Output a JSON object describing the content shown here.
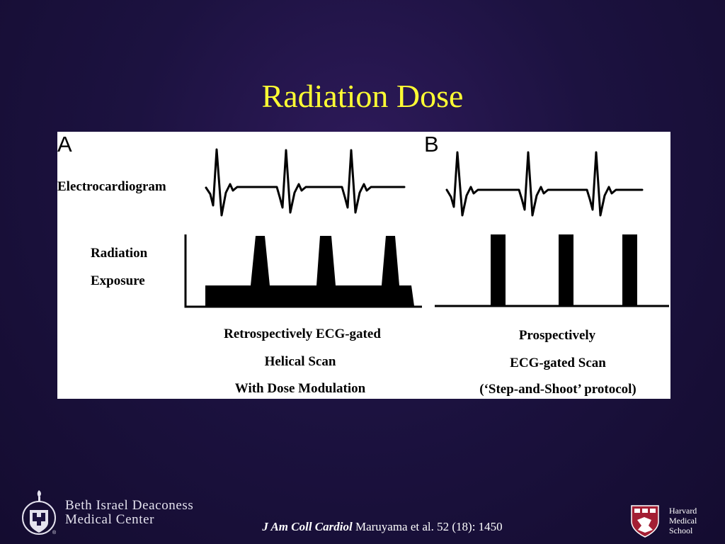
{
  "slide": {
    "title": "Radiation Dose"
  },
  "figure": {
    "panel_a": {
      "letter": "A",
      "row_labels": {
        "ecg": "Electrocardiogram",
        "radiation_line1": "Radiation",
        "radiation_line2": "Exposure"
      },
      "caption_lines": [
        "Retrospectively ECG-gated",
        "Helical Scan",
        "With Dose Modulation"
      ]
    },
    "panel_b": {
      "letter": "B",
      "caption_lines": [
        "Prospectively",
        "ECG-gated Scan",
        "(‘Step-and-Shoot’ protocol)"
      ]
    }
  },
  "footer": {
    "bidmc_line1": "Beth Israel Deaconess",
    "bidmc_line2": "Medical Center",
    "citation_journal": "J Am Coll Cardiol",
    "citation_rest": " Maruyama et al. 52 (18): 1450",
    "hms_line1": "Harvard",
    "hms_line2": "Medical",
    "hms_line3": "School"
  }
}
